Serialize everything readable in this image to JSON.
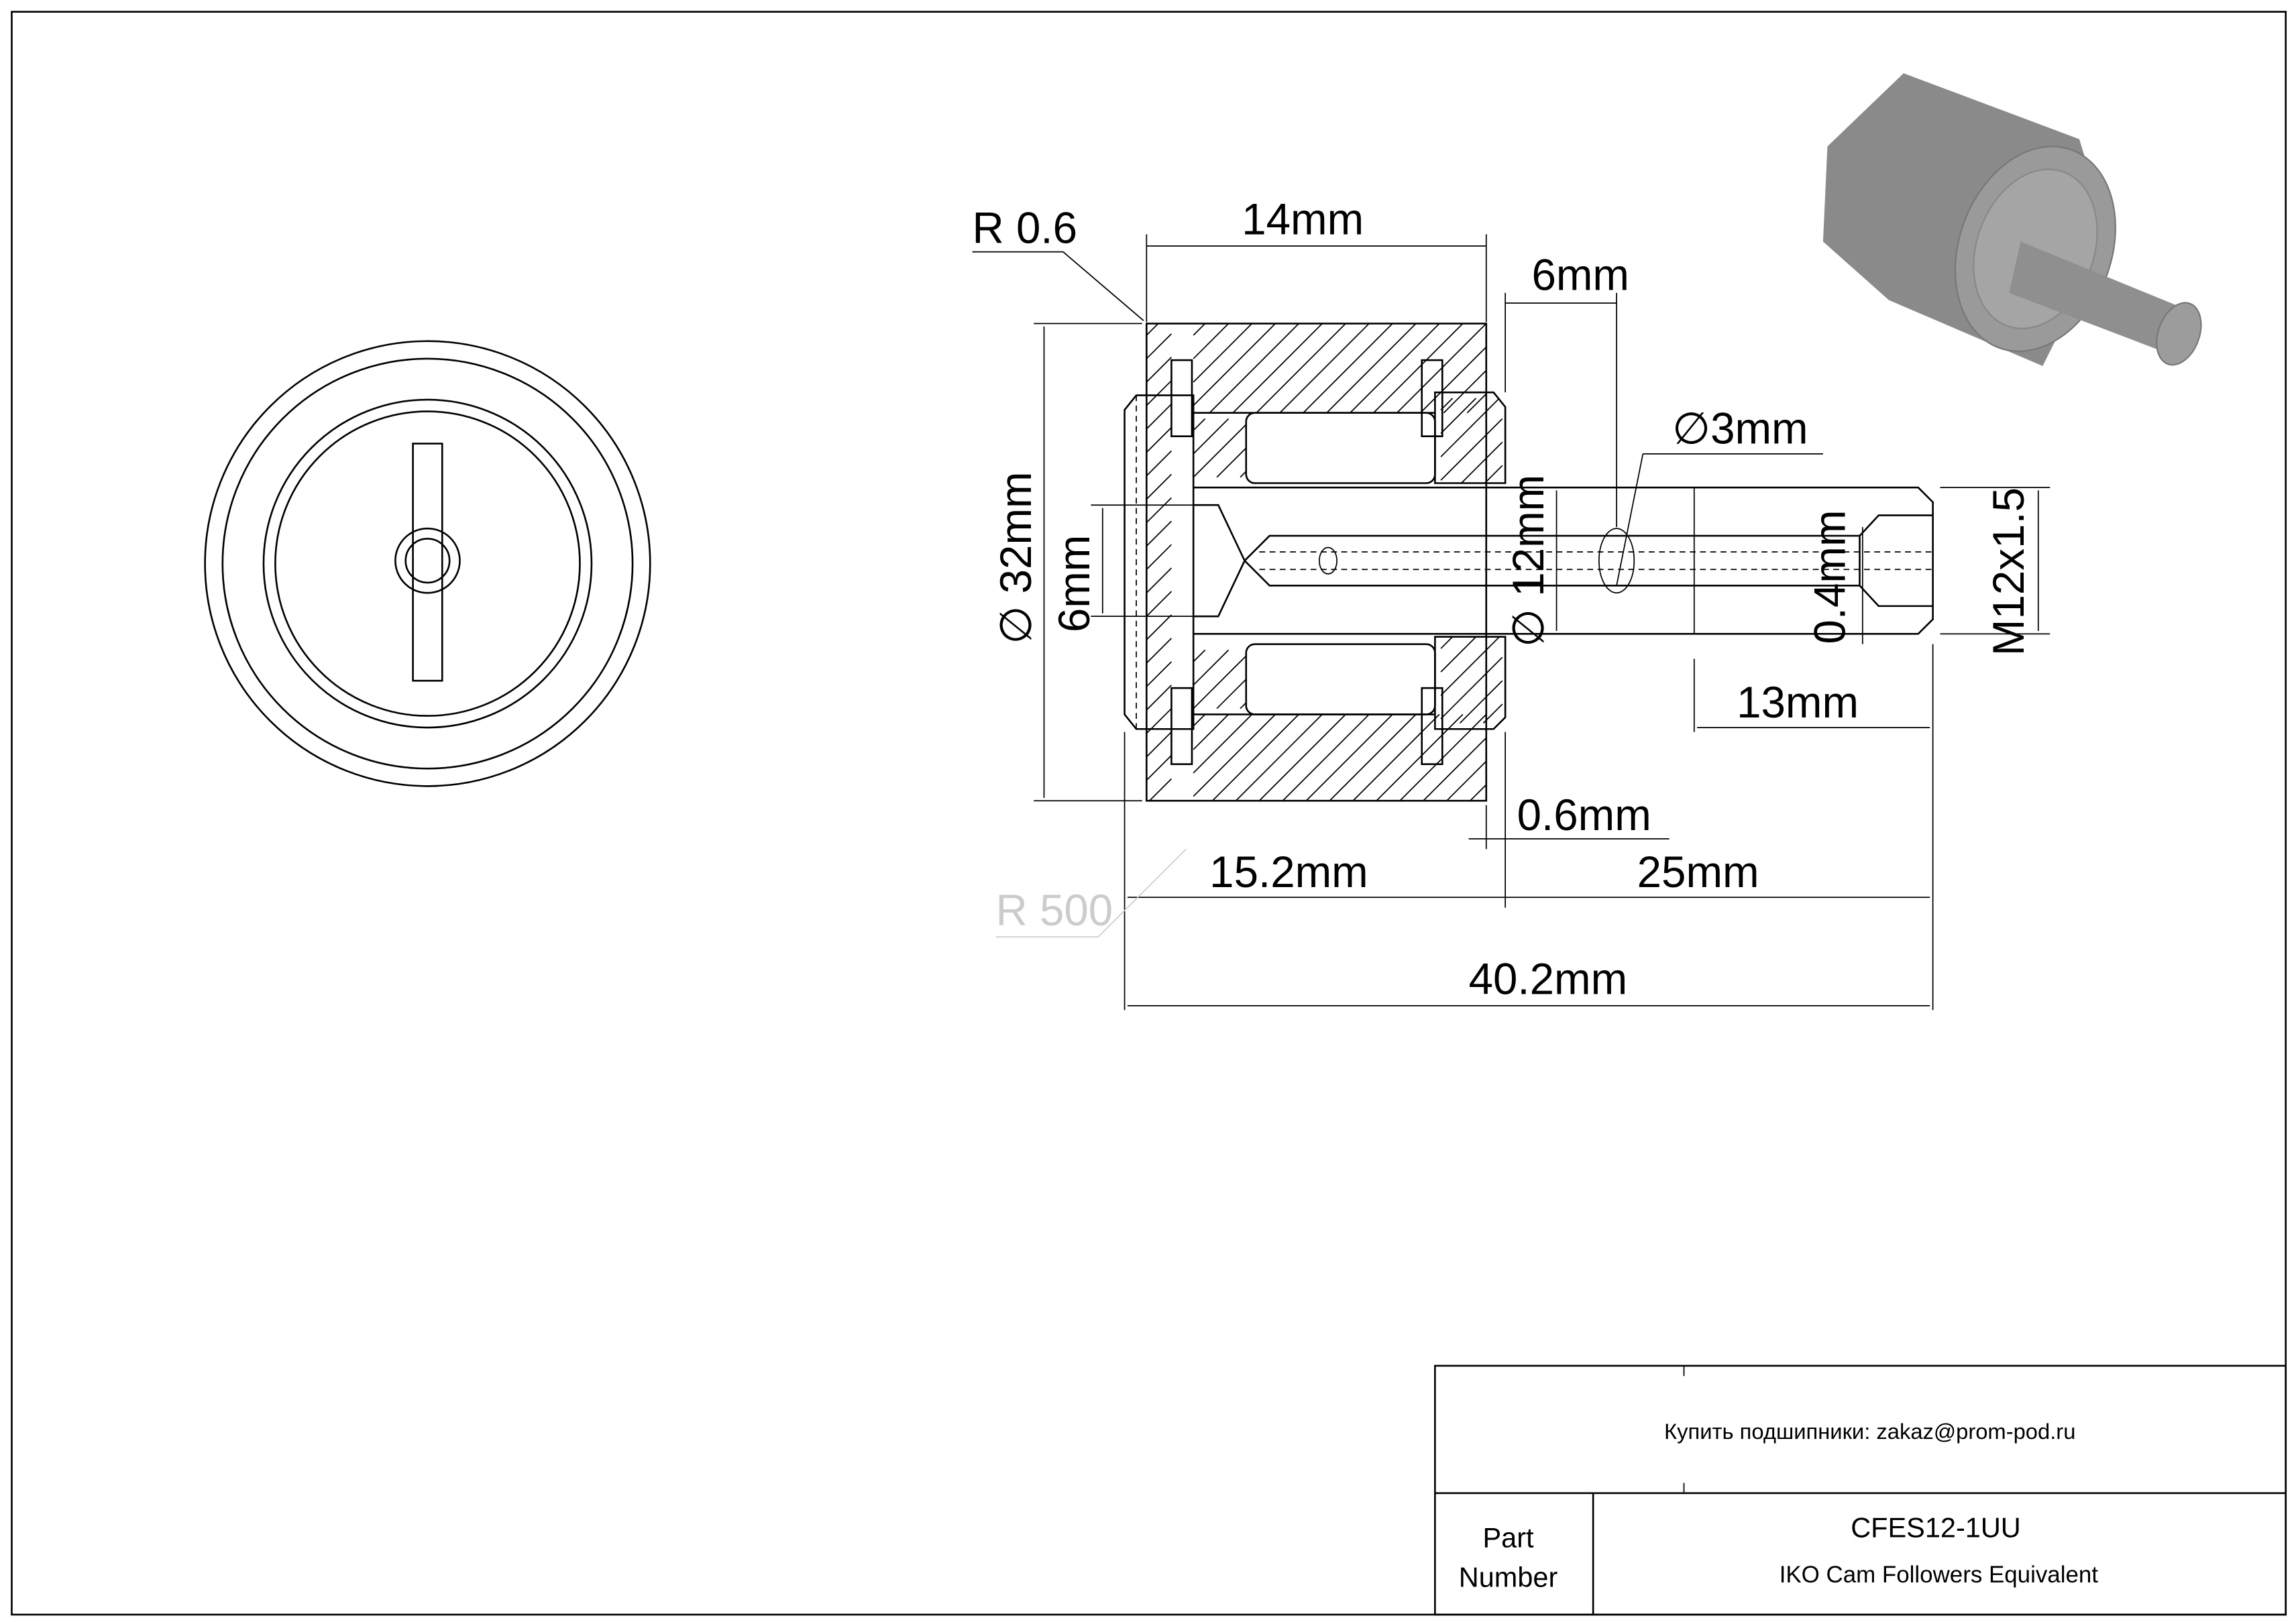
{
  "dimensions": {
    "r06": "R 0.6",
    "w14": "14mm",
    "w6": "6mm",
    "d3": "3mm",
    "d32": "32mm",
    "h6": "6mm",
    "d12": "12mm",
    "t04": "0.4mm",
    "thread": "M12x1.5",
    "l13": "13mm",
    "l06": "0.6mm",
    "r500": "R 500",
    "l152": "15.2mm",
    "l25": "25mm",
    "l402": "40.2mm"
  },
  "title_block": {
    "buy_text": "Купить подшипники: zakaz@prom-pod.ru",
    "part_label_1": "Part",
    "part_label_2": "Number",
    "part_number": "CFES12-1UU",
    "description": "IKO Cam Followers Equivalent"
  }
}
